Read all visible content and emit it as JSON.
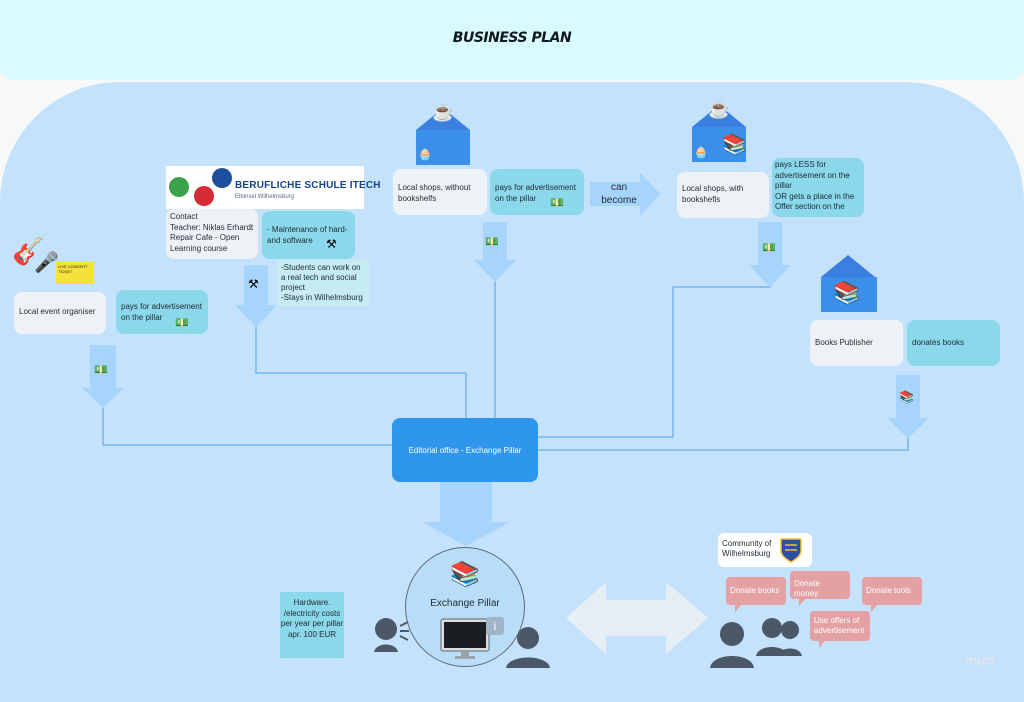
{
  "title": "BUSINESS PLAN",
  "nodes": {
    "event_organiser": "Local event organiser",
    "event_pays": "pays for advertisement on the pillar",
    "ticket_text": "LIVE CONCERT TICKET",
    "school_name": "BERUFLICHE SCHULE ITECH",
    "school_sub": "Elbinsel Wilhelmsburg",
    "school_contact": "Contact\nTeacher: Niklas Erhardt\nRepair Cafe - Open Learning course",
    "school_maintenance": "- Maintenance of hard- and software",
    "school_note": "-Students can work on a real tech and social project\n-Stays in Wilhelmsburg",
    "shops_without": "Local shops, without bookshelfs",
    "shops_without_pays": "pays for advertisement on the pillar",
    "can_become": "can become",
    "shops_with": "Local shops, with bookshefls",
    "shops_with_pays": "pays LESS for advertisement on the pillar\nOR gets a place in the Offer section on the",
    "publisher": "Books Publisher",
    "publisher_donates": "donates books",
    "hub": "Editorial office - Exchange Pillar",
    "pillar": "Exchange Pillar",
    "costs": "Hardware. /electricity costs per year per pillar apr. 100 EUR",
    "community": "Community of Wilhelmsburg",
    "bubbles": [
      "Donate books",
      "Donate money",
      "Donate tools",
      "Use offers of advertisement"
    ],
    "watermark": "miro"
  },
  "colors": {
    "banner": "#d8fbfe",
    "canvas": "#c4e2fb",
    "hub": "#2f96ee",
    "arrow": "#a6d4fa",
    "teal_card": "#8bd8ea",
    "bubble": "#e3a1a4"
  },
  "icons": [
    "guitar-icon",
    "microphone-icon",
    "ticket-icon",
    "coffee-icon",
    "cupcake-icon",
    "books-icon",
    "money-icon",
    "tools-icon",
    "monitor-icon",
    "info-icon",
    "speaking-person-icon",
    "person-icon",
    "group-icon",
    "coat-of-arms-icon"
  ]
}
